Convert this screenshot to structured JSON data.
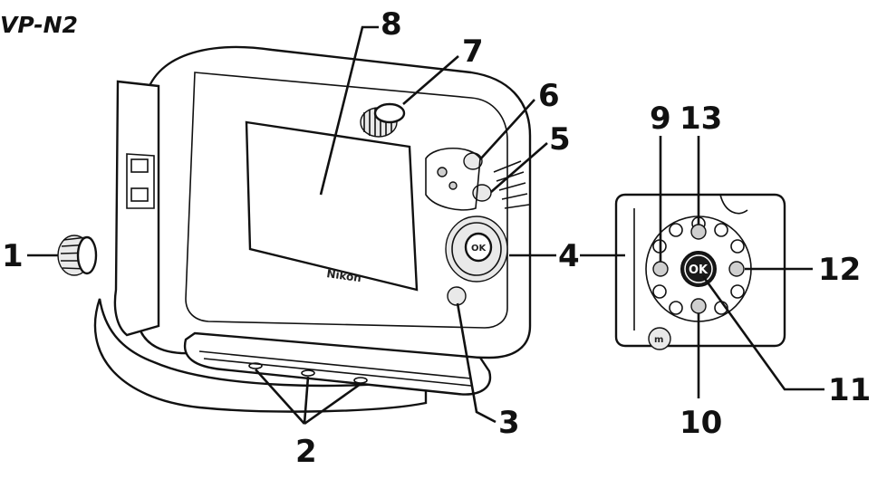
{
  "model": "VP-N2",
  "brand": "Nikon",
  "ok_button_label": "OK",
  "trash_label": "m",
  "callouts": [
    "1",
    "2",
    "3",
    "4",
    "5",
    "6",
    "7",
    "8",
    "9",
    "10",
    "11",
    "12",
    "13"
  ]
}
